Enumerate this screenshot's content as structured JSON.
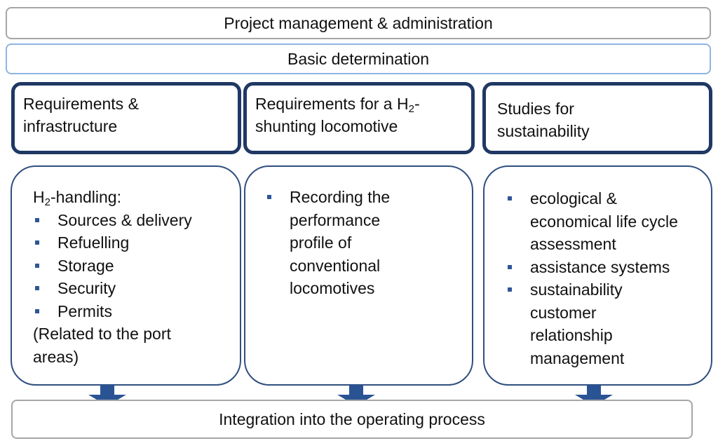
{
  "top_bars": {
    "project_management": "Project management & administration",
    "basic_determination": "Basic determination"
  },
  "columns": [
    {
      "heading_line1": "Requirements &",
      "heading_line2": "infrastructure",
      "intro_main": "H",
      "intro_sub": "2",
      "intro_rest": "-handling:",
      "items": [
        "Sources & delivery",
        "Refuelling",
        "Storage",
        "Security",
        "Permits"
      ],
      "note": "(Related to the port areas)"
    },
    {
      "heading_part1": "Requirements for a H",
      "heading_sub": "2",
      "heading_part2": "-",
      "heading_line2": "shunting locomotive",
      "items": [
        "Recording the performance profile of conventional locomotives"
      ]
    },
    {
      "heading_line1": "Studies for",
      "heading_line2": "sustainability",
      "items": [
        "ecological & economical life cycle assessment",
        "assistance systems",
        "sustainability customer relationship management"
      ]
    }
  ],
  "bottom_bar": "Integration into the operating process",
  "colors": {
    "heading_border": "#1f3864",
    "body_border": "#2f4f7f",
    "arrow": "#2a5394",
    "bullet": "#2f5597",
    "basic_bar_border": "#8eb4e3",
    "gray_bar_border": "#a6a6a6"
  }
}
